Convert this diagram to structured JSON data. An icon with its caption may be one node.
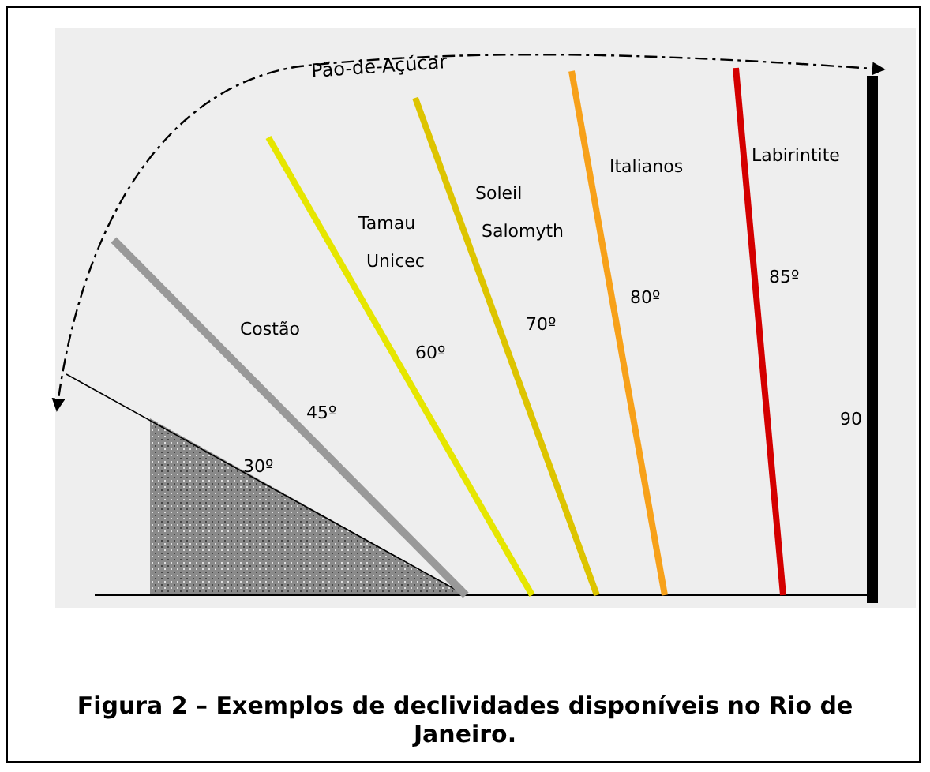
{
  "diagram": {
    "caption": "Figura 2 – Exemplos de declividades disponíveis no Rio de Janeiro.",
    "labels": [
      "Pão-de-Açúcar",
      "Labirintite",
      "Italianos",
      "Soleil",
      "Tamau",
      "Salomyth",
      "Unicec",
      "85º",
      "80º",
      "Costão",
      "70º",
      "60º",
      "90",
      "45º",
      "30º"
    ]
  }
}
